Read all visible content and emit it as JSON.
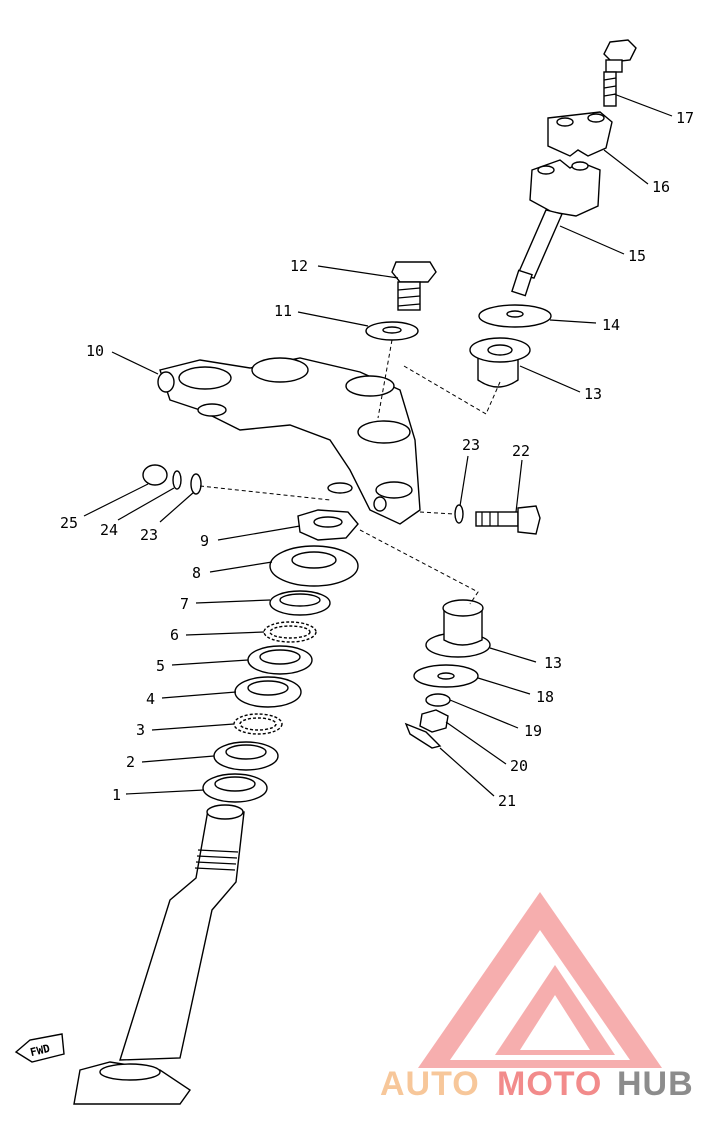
{
  "callouts": [
    {
      "id": "c17",
      "label": "17"
    },
    {
      "id": "c16",
      "label": "16"
    },
    {
      "id": "c15",
      "label": "15"
    },
    {
      "id": "c14",
      "label": "14"
    },
    {
      "id": "c13a",
      "label": "13"
    },
    {
      "id": "c12",
      "label": "12"
    },
    {
      "id": "c11",
      "label": "11"
    },
    {
      "id": "c10",
      "label": "10"
    },
    {
      "id": "c23a",
      "label": "23"
    },
    {
      "id": "c22",
      "label": "22"
    },
    {
      "id": "c25",
      "label": "25"
    },
    {
      "id": "c24",
      "label": "24"
    },
    {
      "id": "c23b",
      "label": "23"
    },
    {
      "id": "c9",
      "label": "9"
    },
    {
      "id": "c8",
      "label": "8"
    },
    {
      "id": "c7",
      "label": "7"
    },
    {
      "id": "c6",
      "label": "6"
    },
    {
      "id": "c5",
      "label": "5"
    },
    {
      "id": "c4",
      "label": "4"
    },
    {
      "id": "c3",
      "label": "3"
    },
    {
      "id": "c2",
      "label": "2"
    },
    {
      "id": "c1",
      "label": "1"
    },
    {
      "id": "c13b",
      "label": "13"
    },
    {
      "id": "c18",
      "label": "18"
    },
    {
      "id": "c19",
      "label": "19"
    },
    {
      "id": "c20",
      "label": "20"
    },
    {
      "id": "c21",
      "label": "21"
    }
  ],
  "fwd_label": "FWD",
  "watermark": {
    "word_auto": "AUTO",
    "word_moto": "MOTO",
    "word_hub": "HUB",
    "color_auto": "#f7c79a",
    "color_moto": "#f28b8b",
    "color_hub": "#8c8c8c",
    "triangle_color": "#f5a0a0"
  }
}
